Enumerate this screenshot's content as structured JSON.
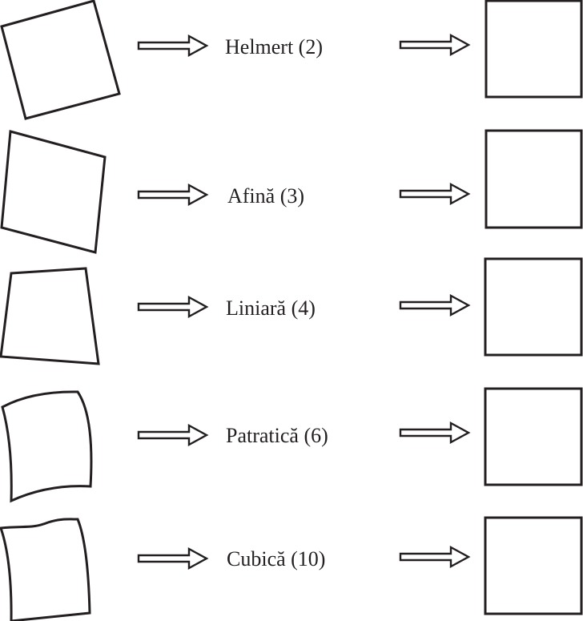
{
  "diagram": {
    "title": "Polynomial transformation types",
    "rows": [
      {
        "label": "Helmert (2)",
        "distortion": "rotated-square"
      },
      {
        "label": "Afină (3)",
        "distortion": "affine-parallelogram"
      },
      {
        "label": "Liniară (4)",
        "distortion": "bilinear-quadrilateral"
      },
      {
        "label": "Patratică (6)",
        "distortion": "quadratic-curved"
      },
      {
        "label": "Cubică (10)",
        "distortion": "cubic-curved"
      }
    ],
    "stroke_color": "#231f20"
  }
}
